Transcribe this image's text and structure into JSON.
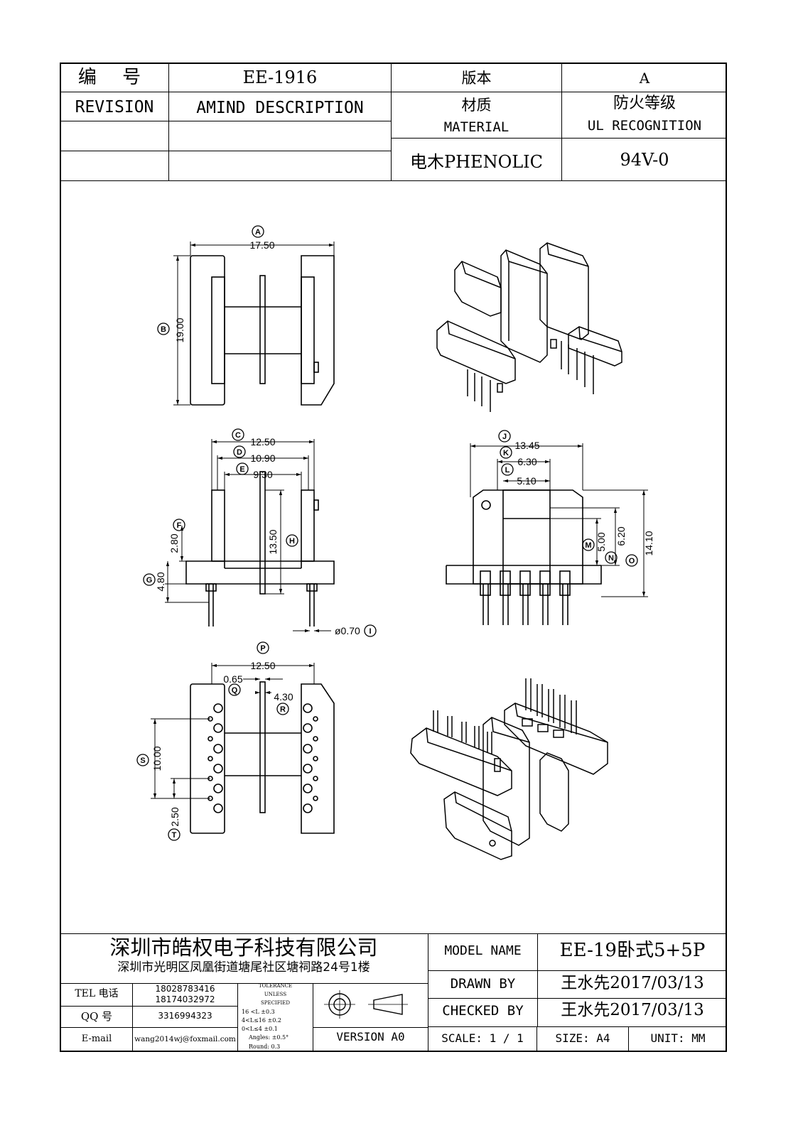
{
  "header": {
    "no_label": "编  号",
    "no_value": "EE-1916",
    "version_label": "版本",
    "version_value": "A",
    "revision_label": "REVISION",
    "amind_label": "AMIND DESCRIPTION",
    "material_cn": "材质",
    "material_en": "MATERIAL",
    "fire_cn": "防火等级",
    "fire_en": "UL RECOGNITION",
    "material_value": "电木PHENOLIC",
    "ul_value": "94V-0"
  },
  "dimensions": {
    "A": {
      "tag": "A",
      "value": "17.50"
    },
    "B": {
      "tag": "B",
      "value": "19.00"
    },
    "C": {
      "tag": "C",
      "value": "12.50"
    },
    "D": {
      "tag": "D",
      "value": "10.90"
    },
    "E": {
      "tag": "E",
      "value": "9.30"
    },
    "F": {
      "tag": "F",
      "value": "2.80"
    },
    "G": {
      "tag": "G",
      "value": "4.80"
    },
    "H": {
      "tag": "H",
      "value": "13.50"
    },
    "I": {
      "tag": "I",
      "value": "ø0.70"
    },
    "J": {
      "tag": "J",
      "value": "13.45"
    },
    "K": {
      "tag": "K",
      "value": "6.30"
    },
    "L": {
      "tag": "L",
      "value": "5.10"
    },
    "M": {
      "tag": "M",
      "value": "5.00"
    },
    "N": {
      "tag": "N",
      "value": "6.20"
    },
    "O": {
      "tag": "O",
      "value": "14.10"
    },
    "P": {
      "tag": "P",
      "value": "12.50"
    },
    "Q": {
      "tag": "Q",
      "value": "0.65"
    },
    "R": {
      "tag": "R",
      "value": "4.30"
    },
    "S": {
      "tag": "S",
      "value": "10.00"
    },
    "T": {
      "tag": "T",
      "value": "2.50"
    }
  },
  "footer": {
    "company": "深圳市皓权电子科技有限公司",
    "address": "深圳市光明区凤凰街道塘尾社区塘祠路24号1楼",
    "tel_label": "TEL 电话",
    "tel1": "18028783416",
    "tel2": "18174032972",
    "qq_label": "QQ  号",
    "qq_value": "3316994323",
    "email_label": "E-mail",
    "email_value": "wang2014wj@foxmail.com",
    "tol_1": "TOLERANCE",
    "tol_2": "UNLESS",
    "tol_3": "SPECIFIED",
    "tol_4": "16 <L        ±0.3",
    "tol_5": "4<L≤16      ±0.2",
    "tol_6": "0<L≤4        ±0.1",
    "tol_7": "Angles: ±0.5°",
    "tol_8": "Round: 0.3",
    "version": "VERSION A0",
    "model_label": "MODEL NAME",
    "model_value": "EE-19卧式5+5P",
    "drawn_label": "DRAWN BY",
    "drawn_value": "王水先2017/03/13",
    "checked_label": "CHECKED BY",
    "checked_value": "王水先2017/03/13",
    "scale": "SCALE:  1 / 1",
    "size": "SIZE:  A4",
    "unit": "UNIT:  MM"
  }
}
